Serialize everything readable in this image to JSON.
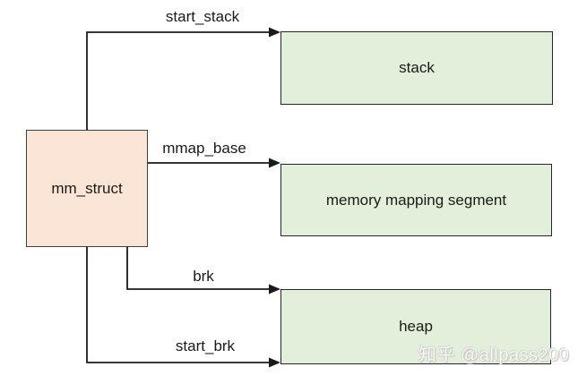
{
  "diagram": {
    "source_box": {
      "label": "mm_struct"
    },
    "target_boxes": {
      "stack": {
        "label": "stack"
      },
      "memory_mapping_segment": {
        "label": "memory mapping segment"
      },
      "heap": {
        "label": "heap"
      }
    },
    "arrow_labels": {
      "start_stack": "start_stack",
      "mmap_base": "mmap_base",
      "brk": "brk",
      "start_brk": "start_brk"
    },
    "colors": {
      "source_fill": "#fbe5d6",
      "target_fill": "#e2efda",
      "border": "#262626",
      "line": "#1a1a1a",
      "background": "#ffffff"
    }
  },
  "watermark": {
    "text": "知乎 @allpass200"
  }
}
